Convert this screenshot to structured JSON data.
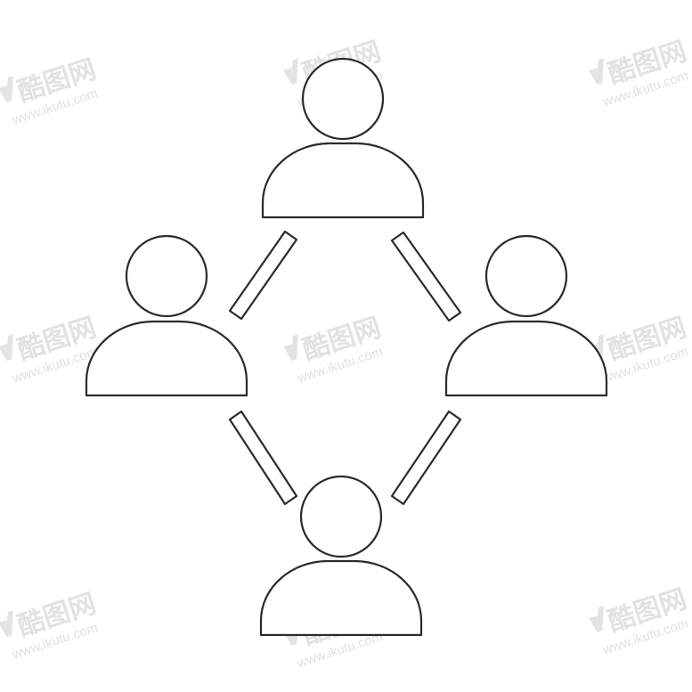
{
  "diagram": {
    "type": "people-network",
    "nodes": [
      {
        "id": "top",
        "icon": "person-icon"
      },
      {
        "id": "left",
        "icon": "person-icon"
      },
      {
        "id": "right",
        "icon": "person-icon"
      },
      {
        "id": "bottom",
        "icon": "person-icon"
      }
    ],
    "edges": [
      {
        "from": "top",
        "to": "left"
      },
      {
        "from": "top",
        "to": "right"
      },
      {
        "from": "left",
        "to": "bottom"
      },
      {
        "from": "right",
        "to": "bottom"
      }
    ],
    "colors": {
      "stroke": "#2b2b2b",
      "fill": "#ffffff",
      "watermark": "#d9d9d9"
    }
  },
  "watermark": {
    "brand": "酷图网",
    "url": "www.ikutu.com"
  }
}
